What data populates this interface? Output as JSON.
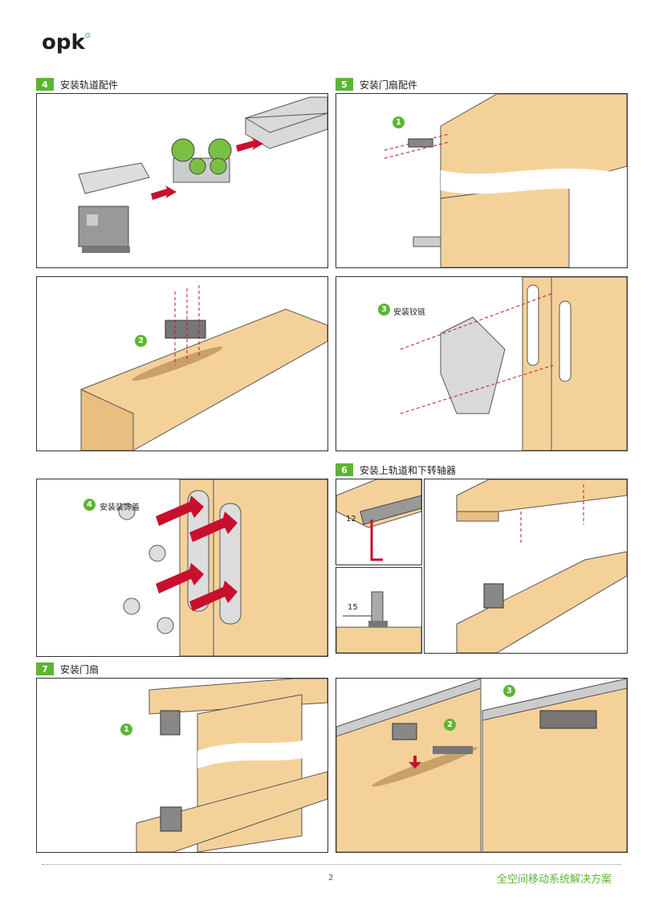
{
  "brand": {
    "logo_text": "opk",
    "accent": "#5cb531"
  },
  "sections": {
    "s4": {
      "num": "4",
      "title": "安装轨道配件"
    },
    "s5": {
      "num": "5",
      "title": "安装门扇配件"
    },
    "s6": {
      "num": "6",
      "title": "安装上轨道和下转轴器"
    },
    "s7": {
      "num": "7",
      "title": "安装门扇"
    }
  },
  "steps": {
    "p5_step1": "1",
    "p4b_step2": "2",
    "p5b_step3": "3",
    "p5b_label": "安装铰链",
    "p4c_step4": "4",
    "p4c_label": "安装装饰盖",
    "p7a_step1": "1",
    "p7b_step2": "2",
    "p7b_step3": "3"
  },
  "dimensions": {
    "dim_12": "12",
    "dim_15": "15"
  },
  "footer": {
    "page_number": "2",
    "slogan": "全空间移动系统解决方案"
  }
}
